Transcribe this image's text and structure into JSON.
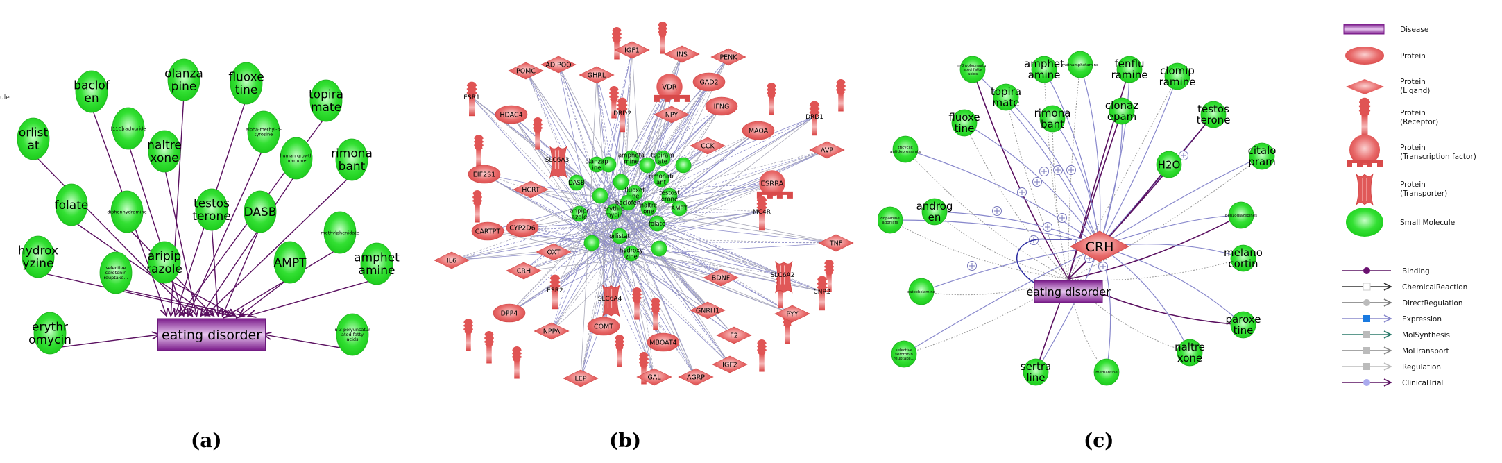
{
  "colors": {
    "small_molecule": "#22dd22",
    "protein": "#e05555",
    "disease": "#8a2a9a",
    "binding": "#5a1060",
    "expression": "#8888cc",
    "regulation": "#999999",
    "mol_synthesis": "#2a7a6a",
    "chemical_reaction": "#333333"
  },
  "panel_a": {
    "caption": "(a)",
    "partial_left_text": "ule",
    "disease": {
      "label": "eating disorder"
    },
    "molecules": [
      {
        "label": "baclof\nen",
        "size": "large"
      },
      {
        "label": "olanza\npine",
        "size": "large"
      },
      {
        "label": "fluoxe\ntine",
        "size": "large"
      },
      {
        "label": "topira\nmate",
        "size": "large"
      },
      {
        "label": "[11C]raclopride",
        "size": "small"
      },
      {
        "label": "alpha-methyl-p-\ntyrosine",
        "size": "small"
      },
      {
        "label": "orlist\nat",
        "size": "large"
      },
      {
        "label": "naltre\nxone",
        "size": "large"
      },
      {
        "label": "human growth\nhormone",
        "size": "small"
      },
      {
        "label": "rimona\nbant",
        "size": "large"
      },
      {
        "label": "folate",
        "size": "large"
      },
      {
        "label": "diphenhydramine",
        "size": "small"
      },
      {
        "label": "testos\nterone",
        "size": "large"
      },
      {
        "label": "DASB",
        "size": "large"
      },
      {
        "label": "methylphenidate",
        "size": "small"
      },
      {
        "label": "hydrox\nyzine",
        "size": "large"
      },
      {
        "label": "aripip\nrazole",
        "size": "large"
      },
      {
        "label": "AMPT",
        "size": "large"
      },
      {
        "label": "selective\nserotonin\nreuptake...",
        "size": "small"
      },
      {
        "label": "amphet\namine",
        "size": "large"
      },
      {
        "label": "erythr\nomycin",
        "size": "large"
      },
      {
        "label": "n-3 polyunsatur\nated fatty\nacids",
        "size": "small"
      }
    ]
  },
  "panel_b": {
    "caption": "(b)",
    "proteins": [
      {
        "label": "IGF1",
        "type": "ligand"
      },
      {
        "label": "INS",
        "type": "ligand"
      },
      {
        "label": "PENK",
        "type": "ligand"
      },
      {
        "label": "POMC",
        "type": "ligand"
      },
      {
        "label": "ADIPOQ",
        "type": "ligand"
      },
      {
        "label": "GHRL",
        "type": "ligand"
      },
      {
        "label": "VDR",
        "type": "transcription_factor"
      },
      {
        "label": "GAD2",
        "type": "protein"
      },
      {
        "label": "ESR1",
        "type": "receptor"
      },
      {
        "label": "HDAC4",
        "type": "protein"
      },
      {
        "label": "DRD2",
        "type": "receptor"
      },
      {
        "label": "NPY",
        "type": "ligand"
      },
      {
        "label": "IFNG",
        "type": "protein"
      },
      {
        "label": "MAOA",
        "type": "protein"
      },
      {
        "label": "DRD1",
        "type": "receptor"
      },
      {
        "label": "SLC6A3",
        "type": "transporter"
      },
      {
        "label": "CCK",
        "type": "ligand"
      },
      {
        "label": "AVP",
        "type": "ligand"
      },
      {
        "label": "EIF2S1",
        "type": "protein"
      },
      {
        "label": "HCRT",
        "type": "ligand"
      },
      {
        "label": "ESRRA",
        "type": "transcription_factor"
      },
      {
        "label": "MC4R",
        "type": "receptor"
      },
      {
        "label": "CARTPT",
        "type": "protein"
      },
      {
        "label": "CYP2D6",
        "type": "protein"
      },
      {
        "label": "OXT",
        "type": "ligand"
      },
      {
        "label": "IL6",
        "type": "ligand"
      },
      {
        "label": "CRH",
        "type": "ligand"
      },
      {
        "label": "TNF",
        "type": "ligand"
      },
      {
        "label": "SLC6A2",
        "type": "transporter"
      },
      {
        "label": "CNR2",
        "type": "receptor"
      },
      {
        "label": "BDNF",
        "type": "ligand"
      },
      {
        "label": "ESR2",
        "type": "receptor"
      },
      {
        "label": "SLC6A4",
        "type": "transporter"
      },
      {
        "label": "DPP4",
        "type": "protein"
      },
      {
        "label": "NPPA",
        "type": "ligand"
      },
      {
        "label": "COMT",
        "type": "protein"
      },
      {
        "label": "GNRH1",
        "type": "ligand"
      },
      {
        "label": "PYY",
        "type": "ligand"
      },
      {
        "label": "MBOAT4",
        "type": "protein"
      },
      {
        "label": "F2",
        "type": "ligand"
      },
      {
        "label": "IGF2",
        "type": "ligand"
      },
      {
        "label": "LEP",
        "type": "ligand"
      },
      {
        "label": "GAL",
        "type": "ligand"
      },
      {
        "label": "AGRP",
        "type": "ligand"
      }
    ],
    "molecules": [
      {
        "label": "ampheta\nmine"
      },
      {
        "label": "topiram\nate"
      },
      {
        "label": "olanzap\nine"
      },
      {
        "label": "DASB"
      },
      {
        "label": "rimonab\nant"
      },
      {
        "label": "fluoxet\nine"
      },
      {
        "label": "testost\nerone"
      },
      {
        "label": "AMPT"
      },
      {
        "label": "baclofen"
      },
      {
        "label": "naltre\none"
      },
      {
        "label": "erythro\nmycin"
      },
      {
        "label": "aripipr\nazole"
      },
      {
        "label": "folate"
      },
      {
        "label": "orlistat"
      },
      {
        "label": "hydroxy\nzine"
      }
    ]
  },
  "panel_c": {
    "caption": "(c)",
    "disease": {
      "label": "eating disorder"
    },
    "hub": {
      "label": "CRH"
    },
    "molecules": [
      {
        "label": "n-3 polyunsatur\nated fatty\nacids",
        "size": "small"
      },
      {
        "label": "amphet\namine",
        "size": "large"
      },
      {
        "label": "methamphetamine",
        "size": "small"
      },
      {
        "label": "fenflu\nramine",
        "size": "large"
      },
      {
        "label": "clomip\nramine",
        "size": "large"
      },
      {
        "label": "topira\nmate",
        "size": "large"
      },
      {
        "label": "clonaz\nepam",
        "size": "large"
      },
      {
        "label": "fluoxe\ntine",
        "size": "large"
      },
      {
        "label": "rimona\nbant",
        "size": "large"
      },
      {
        "label": "testos\nterone",
        "size": "large"
      },
      {
        "label": "tricyclic\nantidepressants",
        "size": "small"
      },
      {
        "label": "citalo\npram",
        "size": "large"
      },
      {
        "label": "H2O",
        "size": "large"
      },
      {
        "label": "androg\nen",
        "size": "large"
      },
      {
        "label": "dopamine\nagonists",
        "size": "small"
      },
      {
        "label": "benzodiazepines",
        "size": "small"
      },
      {
        "label": "melano\ncortin",
        "size": "large"
      },
      {
        "label": "catechclamine",
        "size": "small"
      },
      {
        "label": "paroxe\ntine",
        "size": "large"
      },
      {
        "label": "selective\nserotonin\nreuptake...",
        "size": "small"
      },
      {
        "label": "naltre\nxone",
        "size": "large"
      },
      {
        "label": "sertra\nline",
        "size": "large"
      },
      {
        "label": "memantine",
        "size": "small"
      }
    ]
  },
  "legend": {
    "nodes": [
      {
        "icon": "disease-bar-icon",
        "label": "Disease"
      },
      {
        "icon": "protein-ellipse-icon",
        "label": "Protein"
      },
      {
        "icon": "ligand-diamond-icon",
        "label": "Protein\n(Ligand)"
      },
      {
        "icon": "receptor-icon",
        "label": "Protein\n(Receptor)"
      },
      {
        "icon": "transcription-factor-icon",
        "label": "Protein\n(Transcription factor)"
      },
      {
        "icon": "transporter-icon",
        "label": "Protein\n(Transporter)"
      },
      {
        "icon": "small-molecule-icon",
        "label": "Small Molecule"
      }
    ],
    "edges": [
      {
        "label": "Binding",
        "line": "#5a1060",
        "marker": "circle",
        "marker_color": "#6a1070",
        "arrow": false
      },
      {
        "label": "ChemicalReaction",
        "line": "#333333",
        "marker": "square",
        "marker_color": "#ffffff",
        "arrow": true
      },
      {
        "label": "DirectRegulation",
        "line": "#777777",
        "marker": "circle",
        "marker_color": "#bbbbbb",
        "arrow": true
      },
      {
        "label": "Expression",
        "line": "#8888cc",
        "marker": "square",
        "marker_color": "#1a7ae0",
        "arrow": true
      },
      {
        "label": "MolSynthesis",
        "line": "#2a7a6a",
        "marker": "square",
        "marker_color": "#bbbbbb",
        "arrow": true
      },
      {
        "label": "MolTransport",
        "line": "#888888",
        "marker": "square",
        "marker_color": "#bbbbbb",
        "arrow": true
      },
      {
        "label": "Regulation",
        "line": "#bbbbbb",
        "marker": "square",
        "marker_color": "#bbbbbb",
        "arrow": true
      },
      {
        "label": "ClinicalTrial",
        "line": "#5a1060",
        "marker": "circle",
        "marker_color": "#aaaaee",
        "arrow": true
      }
    ]
  }
}
